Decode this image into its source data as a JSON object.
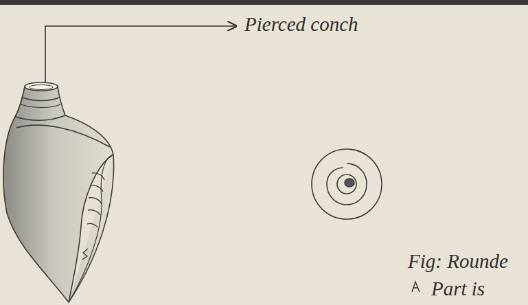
{
  "diagram": {
    "labels": [
      "Pierced conch",
      "Fig: Rounde",
      "Part is"
    ]
  }
}
